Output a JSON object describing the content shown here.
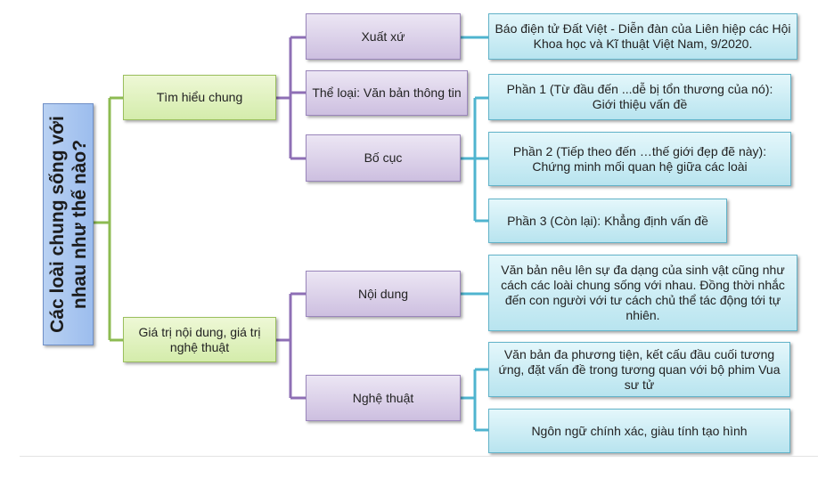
{
  "root": {
    "line1": "Các loài chung sống với",
    "line2": "nhau như thế nào?"
  },
  "branches": [
    {
      "label": "Tìm hiểu chung"
    },
    {
      "label": "Giá trị nội dung, giá trị nghệ thuật"
    }
  ],
  "sub": {
    "xuat_xu": "Xuất xứ",
    "the_loai": "Thể loại: Văn bản thông tin",
    "bo_cuc": "Bố cục",
    "noi_dung": "Nội dung",
    "nghe_thuat": "Nghệ thuật"
  },
  "details": {
    "xuat_xu": "Báo điện tử Đất Việt - Diễn đàn của Liên hiệp các Hội Khoa học và Kĩ thuật Việt Nam, 9/2020.",
    "phan1": "Phần 1 (Từ đầu đến ...dễ bị tổn thương của nó): Giới thiệu vấn đề",
    "phan2": "Phần 2 (Tiếp theo đến …thế giới đẹp đẽ này): Chứng minh mối quan hệ giữa các loài",
    "phan3": "Phần 3 (Còn lại): Khẳng định vấn đề",
    "noi_dung": "Văn bản nêu lên sự đa dạng của sinh vật cũng như cách các loài chung sống với nhau. Đồng thời nhắc đến con người với tư cách chủ thể tác động tới tự nhiên.",
    "nt1": "Văn bản đa phương tiện, kết cấu đầu cuối tương ứng, đặt vấn đề trong tương quan với bộ phim Vua sư tử",
    "nt2": "Ngôn ngữ chính xác, giàu tính tạo hình"
  },
  "colors": {
    "root_bg": "#9cbdee",
    "level1_bg": "#d4ecab",
    "level2_bg": "#cdbfe0",
    "level3_bg": "#b8e4ef",
    "connector_green": "#8dbb52",
    "connector_purple": "#8e6fb5",
    "connector_cyan": "#4fb4cf"
  }
}
